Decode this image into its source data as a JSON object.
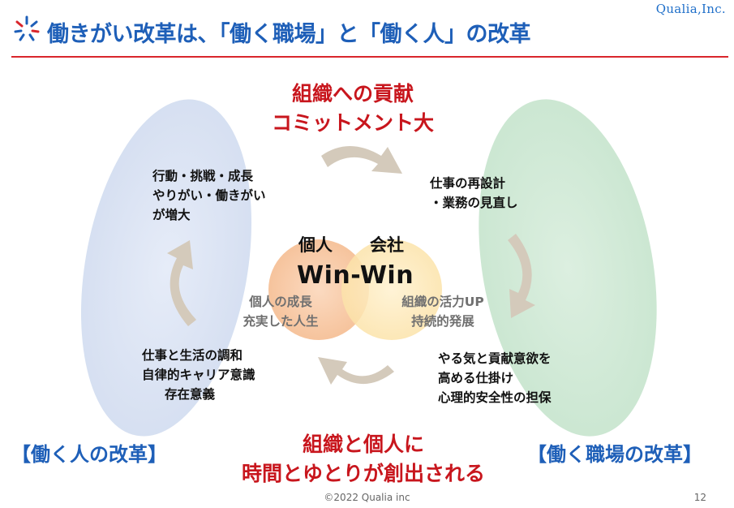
{
  "header": {
    "brand": "Qualia,Inc.",
    "title": "働きがい改革は、「働く職場」と「働く人」の改革"
  },
  "top_block": {
    "line1": "組織への貢献",
    "line2": "コミットメント大"
  },
  "bottom_block": {
    "line1": "組織と個人に",
    "line2": "時間とゆとりが創出される"
  },
  "left_ellipse": {
    "label": "【働く人の改革】",
    "upper_text": [
      "行動・挑戦・成長",
      "やりがい・働きがい",
      "が増大"
    ],
    "lower_text": [
      "仕事と生活の調和",
      "自律的キャリア意識",
      "存在意義"
    ]
  },
  "right_ellipse": {
    "label": "【働く職場の改革】",
    "upper_text": [
      "仕事の再設計",
      "・業務の見直し"
    ],
    "lower_text": [
      "やる気と貢献意欲を",
      "高める仕掛け",
      "心理的安全性の担保"
    ]
  },
  "venn": {
    "left_label": "個人",
    "right_label": "会社",
    "center": "Win-Win",
    "left_text": [
      "個人の成長",
      "充実した人生"
    ],
    "right_text": [
      "組織の活力UP",
      "持続的発展"
    ]
  },
  "colors": {
    "title_blue": "#1e5fb8",
    "accent_red": "#c8161d",
    "left_ellipse": "#dbe3f3",
    "right_ellipse": "#d3ead8",
    "venn_left": "#f7c9a6",
    "venn_right": "#fde8b8",
    "arrow_gray": "#d4cabb"
  },
  "footer": {
    "copyright": "©2022 Qualia inc",
    "page_number": "12"
  }
}
